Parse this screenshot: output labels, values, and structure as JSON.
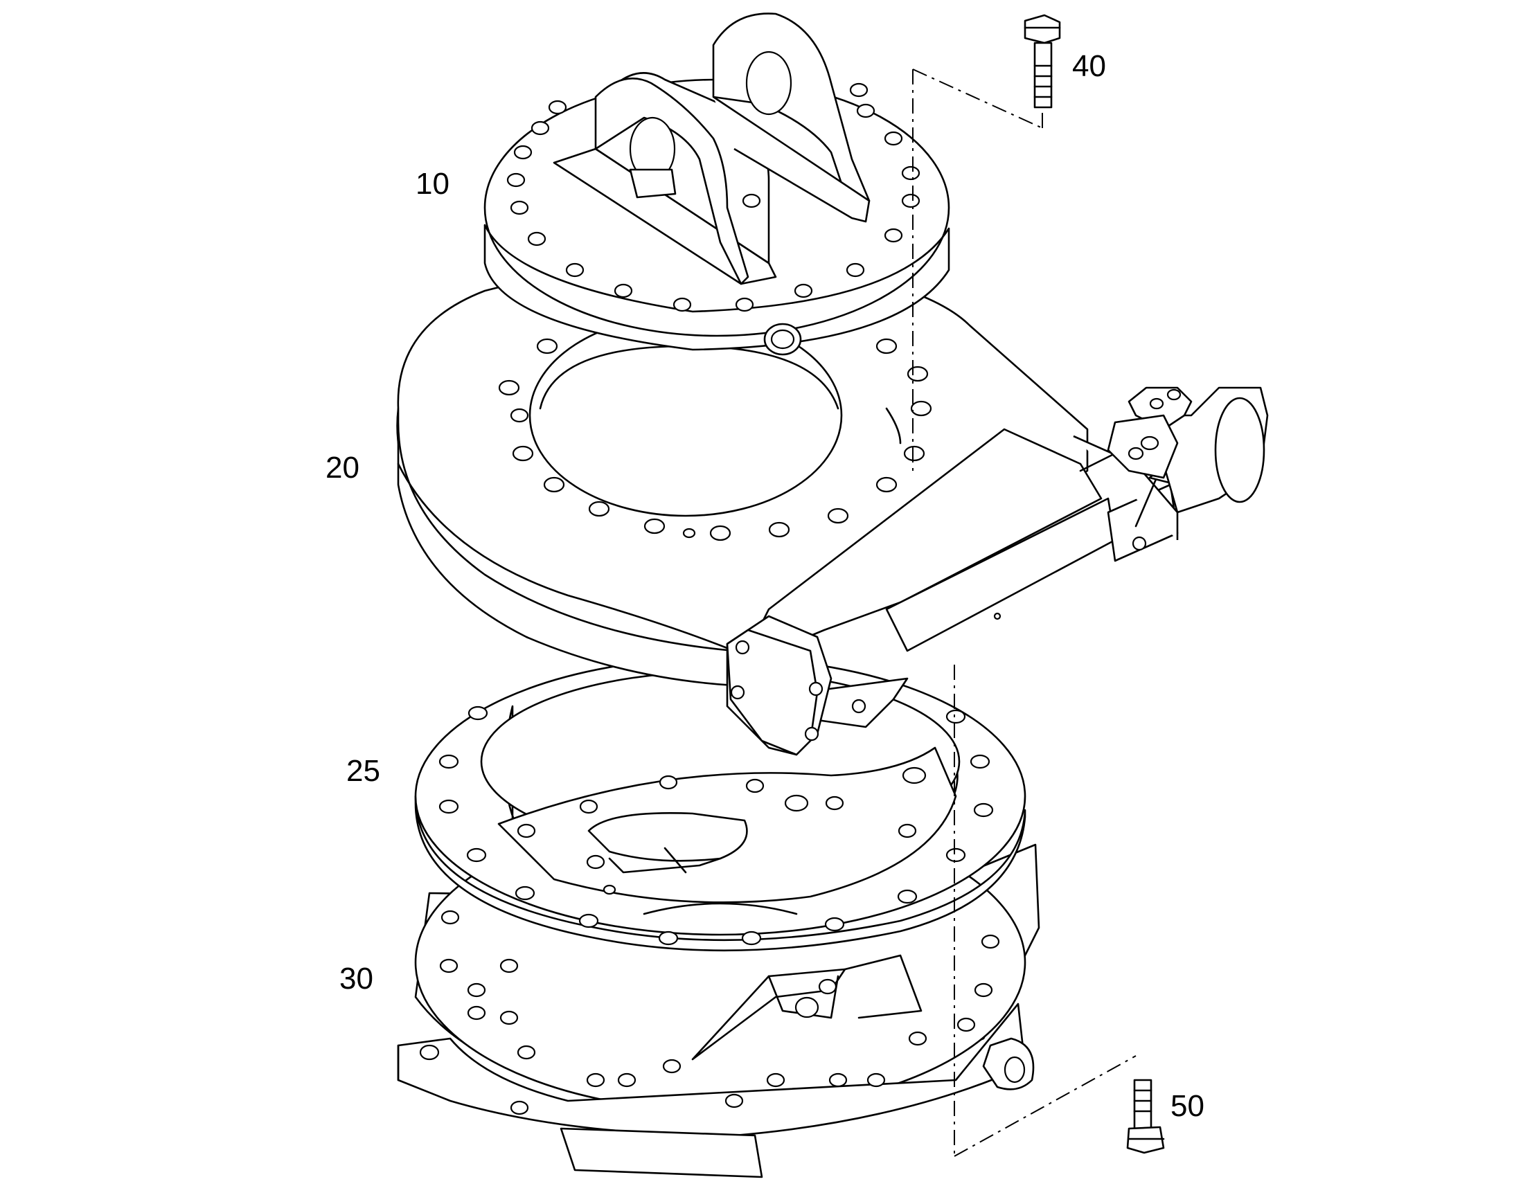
{
  "callouts": [
    {
      "id": "plate",
      "label": "10"
    },
    {
      "id": "bolt-top",
      "label": "40"
    },
    {
      "id": "housing",
      "label": "20"
    },
    {
      "id": "bearing-ring",
      "label": "25"
    },
    {
      "id": "base",
      "label": "30"
    },
    {
      "id": "bolt-bottom",
      "label": "50"
    }
  ],
  "colors": {
    "line": "#000000",
    "background": "#ffffff"
  }
}
